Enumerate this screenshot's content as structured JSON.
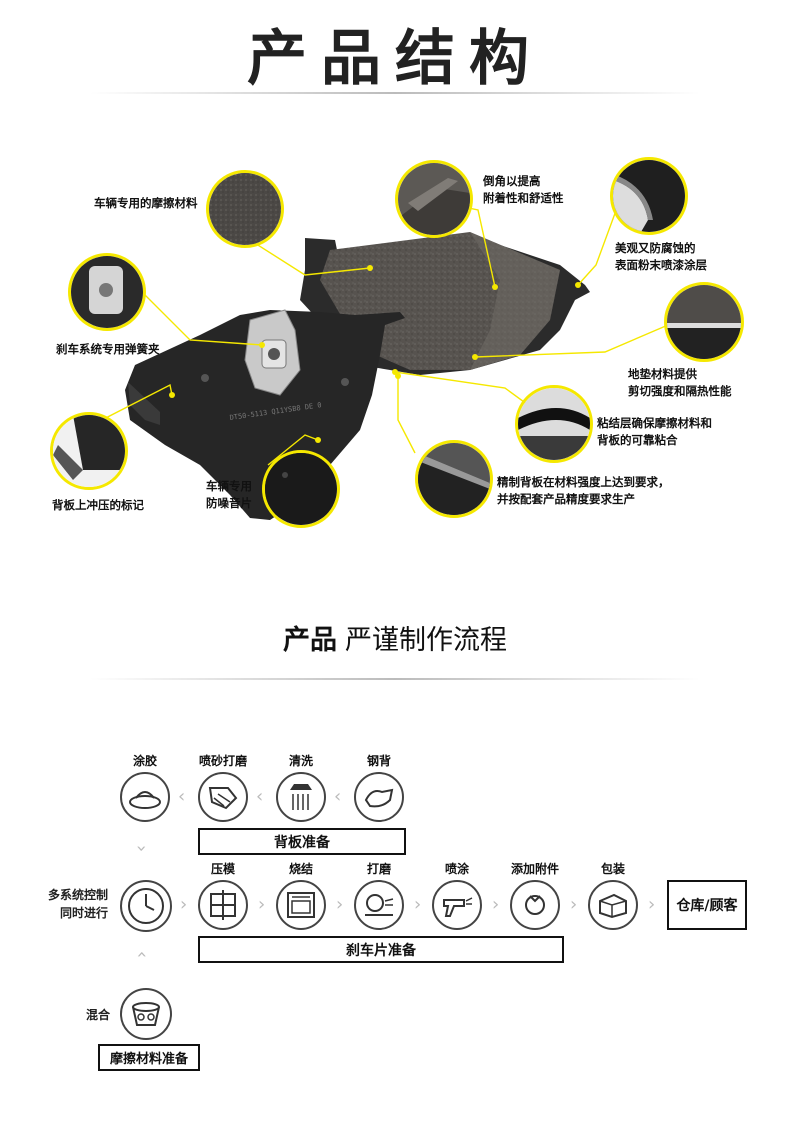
{
  "structure": {
    "title": "产品结构",
    "labels": {
      "vehicle_friction": "车辆专用的摩擦材料",
      "chamfer": "倒角以提高\n附着性和舒适性",
      "paint": "美观又防腐蚀的\n表面粉末喷漆涂层",
      "spring_clip": "刹车系统专用弹簧夹",
      "underlayer": "地垫材料提供\n剪切强度和隔热性能",
      "bond_layer": "粘结层确保摩擦材料和\n背板的可靠粘合",
      "stamped_mark": "背板上冲压的标记",
      "shim": "车辆专用\n防噪音片",
      "backplate": "精制背板在材料强度上达到要求，\n并按配套产品精度要求生产"
    }
  },
  "process": {
    "title_bold": "产品",
    "title_rest": "严谨制作流程",
    "steps_top": [
      "涂胶",
      "喷砂打磨",
      "清洗",
      "钢背"
    ],
    "backplate_box": "背板准备",
    "multi_control": "多系统控制\n同时进行",
    "steps_mid": [
      "压模",
      "烧结",
      "打磨",
      "喷涂",
      "添加附件",
      "包装"
    ],
    "pad_box": "刹车片准备",
    "final_box": "仓库/顾客",
    "mix_label": "混合",
    "friction_box": "摩擦材料准备"
  },
  "colors": {
    "accent": "#f5e800",
    "pad_dark": "#2a2a2a",
    "friction": "#55524e"
  }
}
